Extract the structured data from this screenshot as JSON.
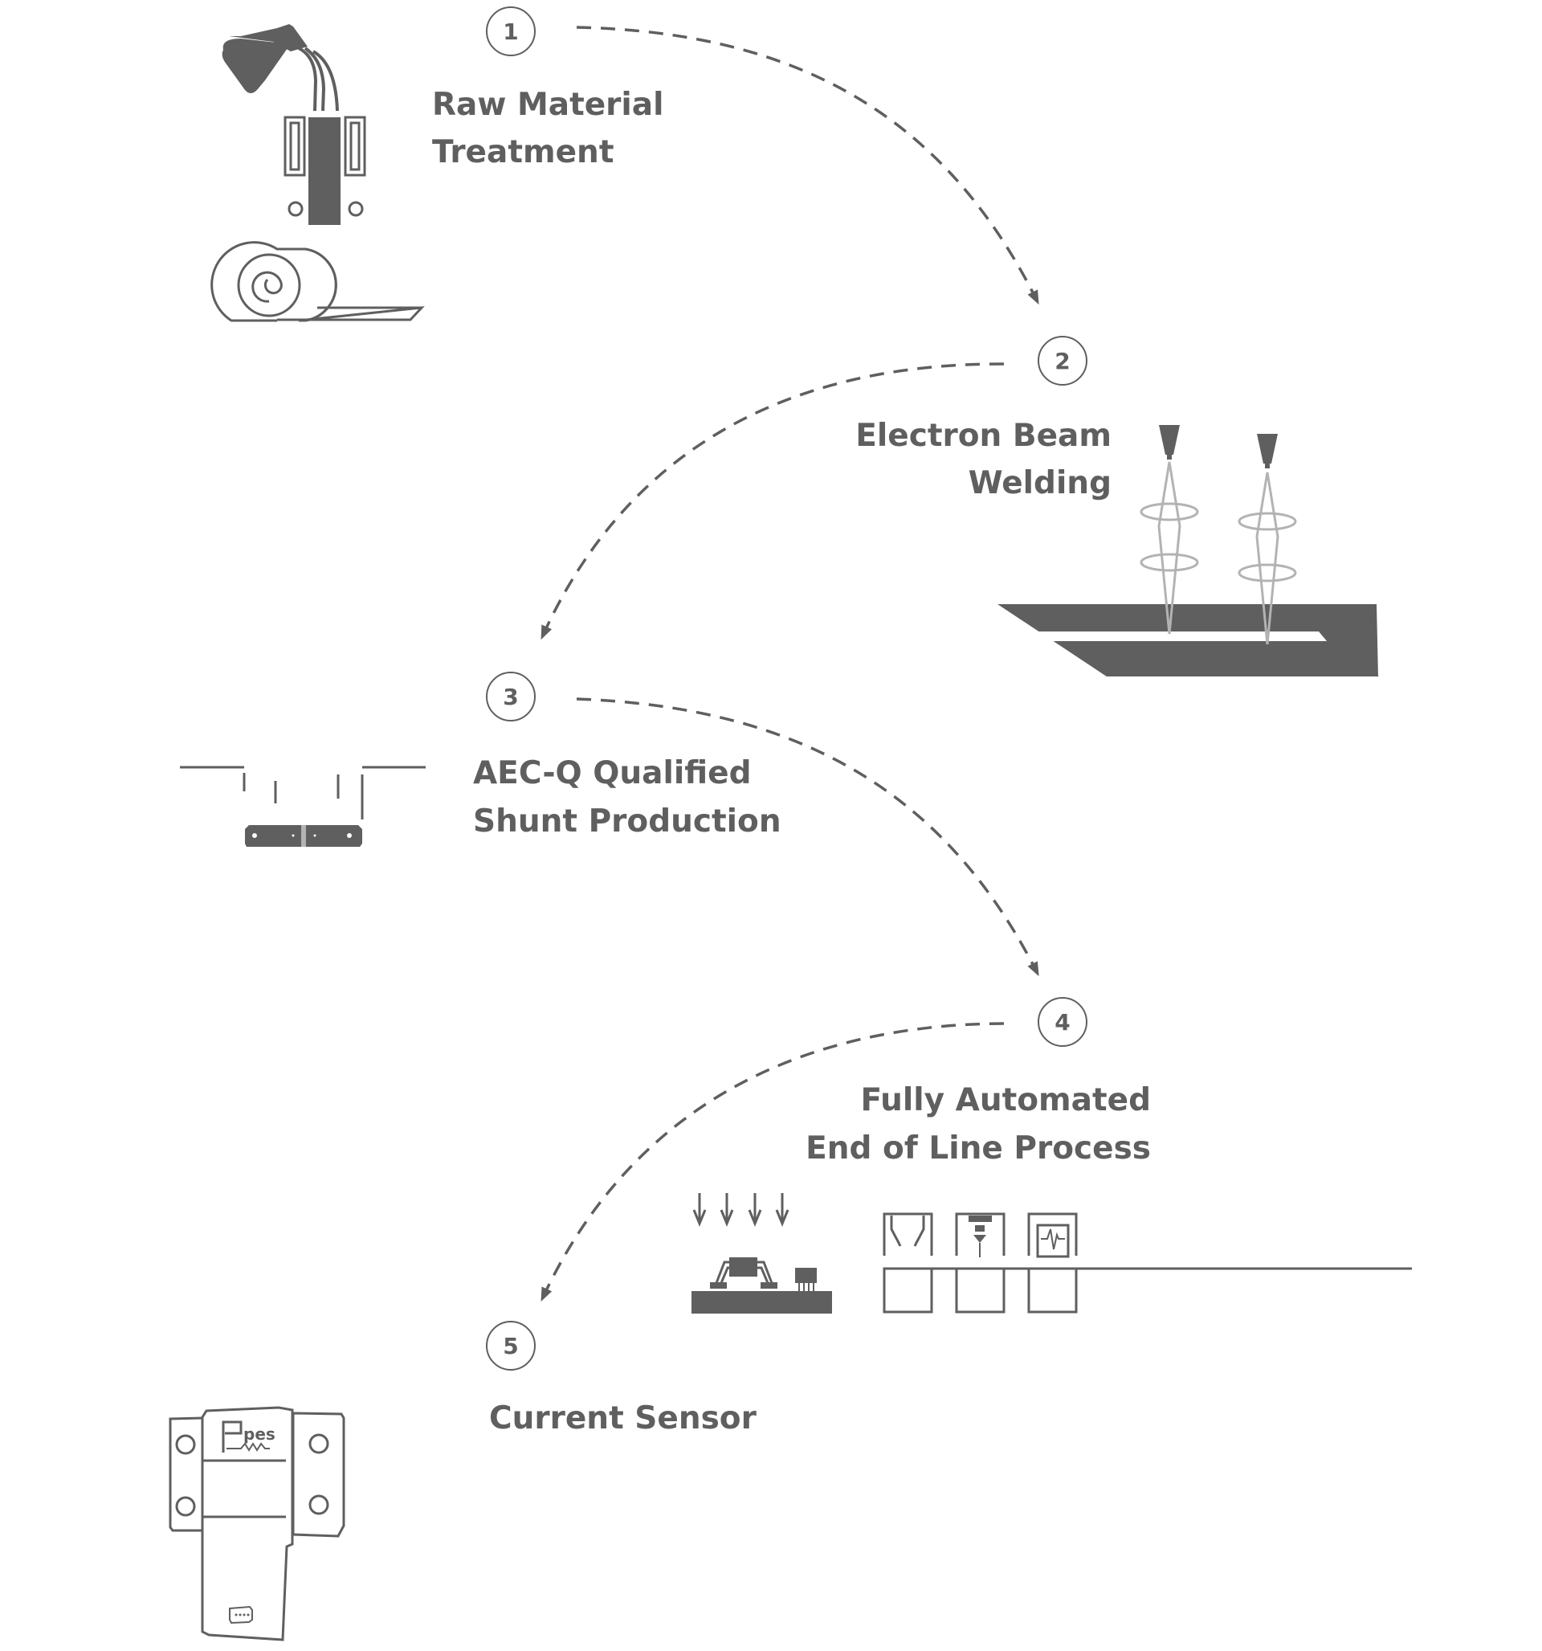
{
  "title": "Manufacturing process flow",
  "colors": {
    "primary": "#5f5f5f",
    "beam": "#b3b3b3",
    "background": "#ffffff"
  },
  "steps": [
    {
      "number": "1",
      "lines": [
        "Raw Material",
        "Treatment"
      ],
      "icon": "ladle-casting-rolling-icon"
    },
    {
      "number": "2",
      "lines": [
        "Electron Beam",
        "Welding"
      ],
      "icon": "electron-beam-welding-icon"
    },
    {
      "number": "3",
      "lines": [
        "AEC-Q Qualified",
        "Shunt Production"
      ],
      "icon": "shunt-stamping-icon"
    },
    {
      "number": "4",
      "lines": [
        "Fully Automated",
        "End of Line Process"
      ],
      "icon": "pcb-assembly-and-test-line-icon"
    },
    {
      "number": "5",
      "lines": [
        "Current Sensor"
      ],
      "icon": "current-sensor-module-icon"
    }
  ],
  "sensor_logo": "pes"
}
